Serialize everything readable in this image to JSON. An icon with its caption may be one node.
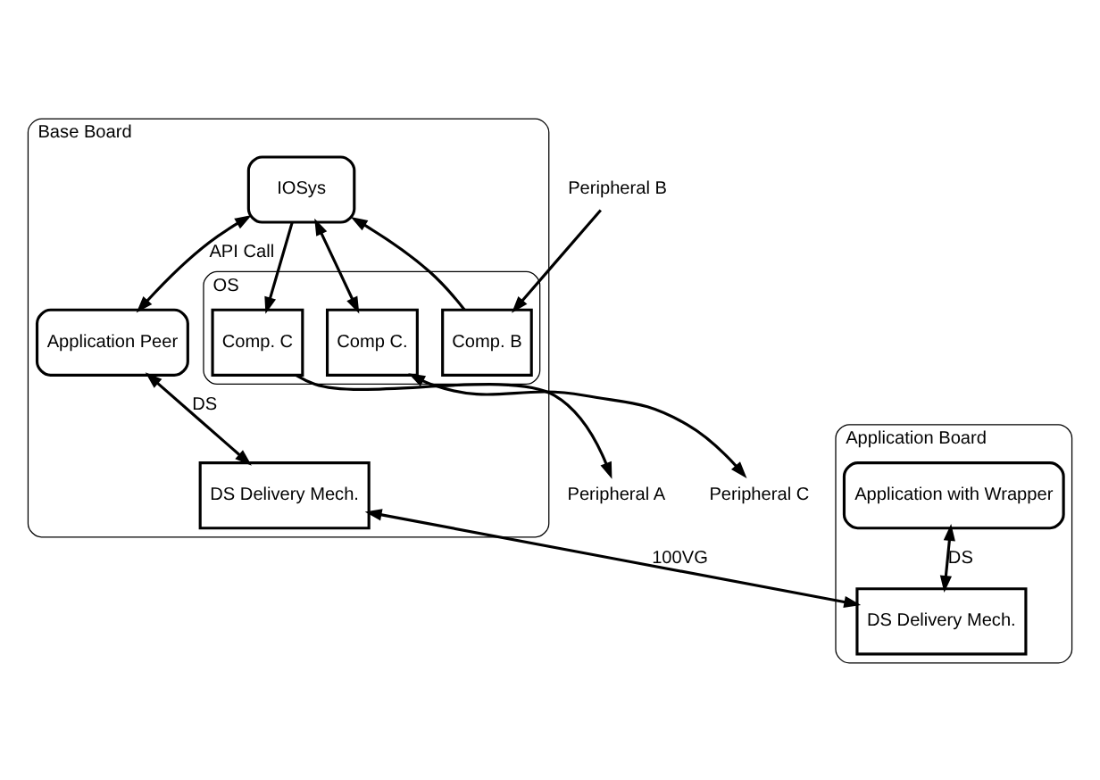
{
  "diagram": {
    "nodes": [
      {
        "text": [
          "Base Board"
        ]
      },
      {
        "text": [
          "IOSys"
        ],
        "in": 0
      },
      {
        "text": [
          "Application Peer"
        ],
        "in": 0
      },
      {
        "text": [
          "OS"
        ],
        "in": 0
      },
      {
        "text": [
          "Comp. C"
        ],
        "in": 3
      },
      {
        "text": [
          "Comp. B"
        ],
        "in": 3
      },
      {
        "text": [
          "Comp C."
        ],
        "in": 3
      },
      {
        "text": [
          "DS Delivery Mech."
        ],
        "in": 0
      },
      {
        "text": [
          "Application Board"
        ]
      },
      {
        "text": [
          "Application with Wrapper"
        ],
        "in": 8
      },
      {
        "text": [
          "DS Delivery Mech."
        ],
        "in": 8
      },
      {
        "text": [
          "Peripheral A"
        ]
      },
      {
        "text": [
          "Peripheral B"
        ]
      },
      {
        "text": [
          "Peripheral C"
        ]
      }
    ],
    "edges": [
      {
        "from": 1,
        "to": 2,
        "arrow": "both",
        "label": "API Call"
      },
      {
        "from": 1,
        "to": 4,
        "arrow": "to"
      },
      {
        "from": 5,
        "to": 1,
        "arrow": "to"
      },
      {
        "from": 1,
        "to": 6,
        "arrow": "both"
      },
      {
        "from": 2,
        "to": 7,
        "arrow": "both",
        "label": "DS"
      },
      {
        "from": 9,
        "to": 10,
        "arrow": "both",
        "label": "DS"
      },
      {
        "from": 7,
        "to": 10,
        "arrow": "both",
        "label": "100VG"
      },
      {
        "from": 4,
        "to": 11,
        "arrow": "to"
      },
      {
        "from": 12,
        "to": 5,
        "arrow": "to"
      },
      {
        "from": 6,
        "to": 13,
        "arrow": "both"
      }
    ]
  }
}
